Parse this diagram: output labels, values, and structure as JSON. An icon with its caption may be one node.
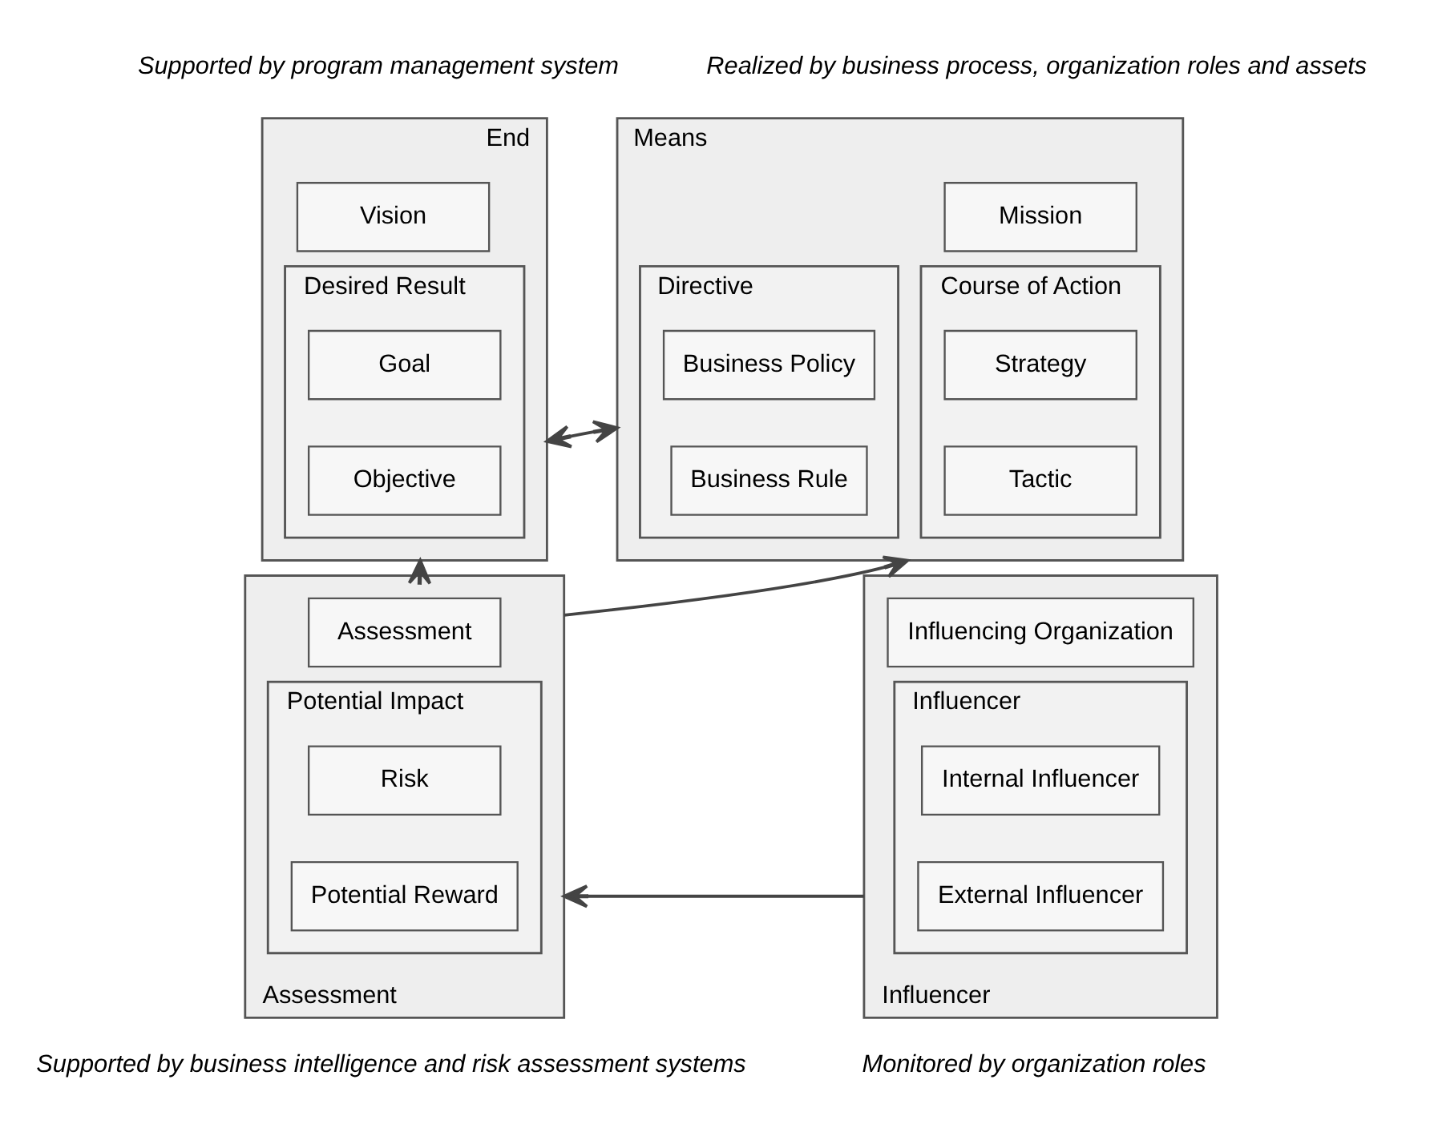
{
  "diagram": {
    "nodes": [
      {
        "text": [
          "Means"
        ]
      },
      {
        "text": [
          "Mission"
        ],
        "in": 0
      },
      {
        "text": [
          "Directive"
        ],
        "in": 0
      },
      {
        "text": [
          "Business Policy"
        ],
        "in": 2
      },
      {
        "text": [
          "Business Rule"
        ],
        "in": 2
      },
      {
        "text": [
          "Course of Action"
        ],
        "in": 0
      },
      {
        "text": [
          "Strategy"
        ],
        "in": 5
      },
      {
        "text": [
          "Tactic"
        ],
        "in": 5
      },
      {
        "text": [
          "End"
        ]
      },
      {
        "text": [
          "Vision"
        ],
        "in": 8
      },
      {
        "text": [
          "Desired Result"
        ],
        "in": 8
      },
      {
        "text": [
          "Goal"
        ],
        "in": 10
      },
      {
        "text": [
          "Objective"
        ],
        "in": 10
      },
      {
        "text": [
          "Influencer"
        ]
      },
      {
        "text": [
          "Influencing Organization"
        ],
        "in": 13
      },
      {
        "text": [
          "Influencer"
        ],
        "in": 13
      },
      {
        "text": [
          "Internal Influencer"
        ],
        "in": 15
      },
      {
        "text": [
          "External Influencer"
        ],
        "in": 15
      },
      {
        "text": [
          "Assessment"
        ]
      },
      {
        "text": [
          "Assessment"
        ],
        "in": 18
      },
      {
        "text": [
          "Potential Impact"
        ],
        "in": 18
      },
      {
        "text": [
          "Risk"
        ],
        "in": 20
      },
      {
        "text": [
          "Potential Reward"
        ],
        "in": 20
      }
    ],
    "edges": [
      {
        "from": 0,
        "to": 8,
        "arrow": "both"
      },
      {
        "from": 18,
        "to": 0,
        "arrow": "to"
      },
      {
        "from": 18,
        "to": 8,
        "arrow": "to"
      },
      {
        "from": 13,
        "to": 18,
        "arrow": "to"
      }
    ],
    "labels": [
      "Realized by business process, organization roles and assets",
      "Supported by program management system",
      "Monitored by organization roles",
      "Supported by business intelligence and risk assessment systems"
    ]
  }
}
